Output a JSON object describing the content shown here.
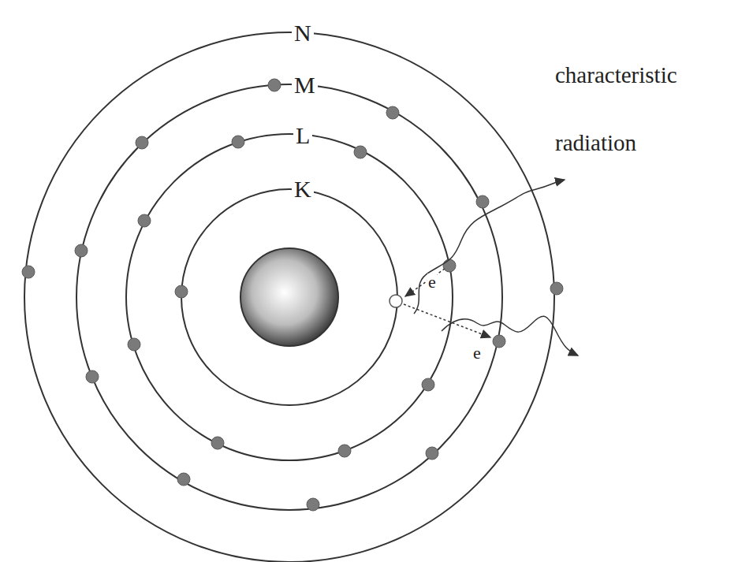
{
  "diagram": {
    "labels": [
      "N",
      "M",
      "L",
      "K",
      "characteristic radiation",
      "e",
      "e"
    ]
  }
}
